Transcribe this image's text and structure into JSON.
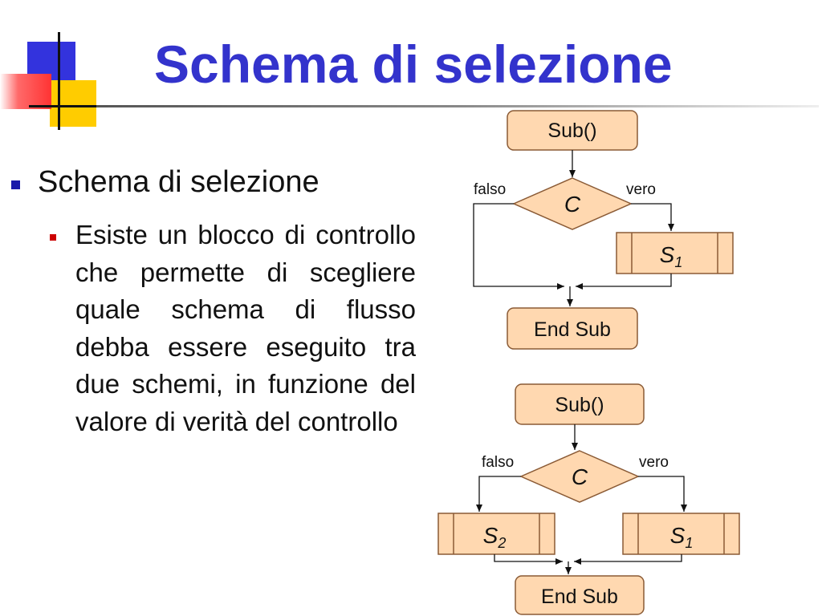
{
  "title": "Schema di selezione",
  "bullets": {
    "level1": "Schema di selezione",
    "level2": "Esiste un blocco di controllo che permette di scegliere quale schema di flusso debba essere eseguito tra due schemi, in funzione del valore di verità del controllo"
  },
  "flowchart1": {
    "start": "Sub()",
    "condition": "C",
    "false_label": "falso",
    "true_label": "vero",
    "true_block": "S",
    "true_block_sub": "1",
    "end": "End Sub"
  },
  "flowchart2": {
    "start": "Sub()",
    "condition": "C",
    "false_label": "falso",
    "true_label": "vero",
    "false_block": "S",
    "false_block_sub": "2",
    "true_block": "S",
    "true_block_sub": "1",
    "end": "End Sub"
  },
  "colors": {
    "title": "#3333cc",
    "box_fill": "#ffd8b0",
    "box_stroke": "#8a5a35",
    "bullet1": "#1a1aaa",
    "bullet2": "#cc0000"
  }
}
